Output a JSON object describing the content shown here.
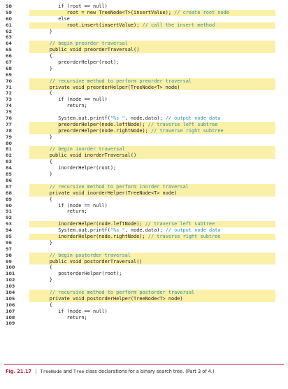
{
  "lines": [
    {
      "n": "58",
      "t": "        if (root == null)",
      "c": "",
      "hl": false
    },
    {
      "n": "59",
      "t": "           root = new TreeNode<T>(insertValue);",
      "c": " // create root node",
      "hl": true
    },
    {
      "n": "60",
      "t": "        else",
      "c": "",
      "hl": false
    },
    {
      "n": "61",
      "t": "           root.insert(insertValue);",
      "c": " // call the insert method",
      "hl": true
    },
    {
      "n": "62",
      "t": "     }",
      "c": "",
      "hl": false
    },
    {
      "n": "63",
      "t": "",
      "c": "",
      "hl": false
    },
    {
      "n": "64",
      "t": "     ",
      "c": "// begin preorder traversal",
      "hl": true
    },
    {
      "n": "65",
      "t": "     public void preorderTraversal()",
      "c": "",
      "hl": true
    },
    {
      "n": "66",
      "t": "     {",
      "c": "",
      "hl": false
    },
    {
      "n": "67",
      "t": "        preorderHelper(root);",
      "c": "",
      "hl": false
    },
    {
      "n": "68",
      "t": "     }",
      "c": "",
      "hl": false
    },
    {
      "n": "69",
      "t": "",
      "c": "",
      "hl": false
    },
    {
      "n": "70",
      "t": "     ",
      "c": "// recursive method to perform preorder traversal",
      "hl": true
    },
    {
      "n": "71",
      "t": "     private void preorderHelper(TreeNode<T> node)",
      "c": "",
      "hl": true
    },
    {
      "n": "72",
      "t": "     {",
      "c": "",
      "hl": false
    },
    {
      "n": "73",
      "t": "        if (node == null)",
      "c": "",
      "hl": false
    },
    {
      "n": "74",
      "t": "           return;",
      "c": "",
      "hl": false
    },
    {
      "n": "75",
      "t": "",
      "c": "",
      "hl": false
    },
    {
      "n": "76",
      "t": "        System.out.printf(",
      "s": "\"%s \"",
      "t2": ", node.data);",
      "c": " // output node data",
      "hl": false
    },
    {
      "n": "77",
      "t": "        preorderHelper(node.leftNode);",
      "c": " // traverse left subtree",
      "hl": true
    },
    {
      "n": "78",
      "t": "        preorderHelper(node.rightNode);",
      "c": " // traverse right subtree",
      "hl": true
    },
    {
      "n": "79",
      "t": "     }",
      "c": "",
      "hl": false
    },
    {
      "n": "80",
      "t": "",
      "c": "",
      "hl": false
    },
    {
      "n": "81",
      "t": "     ",
      "c": "// begin inorder traversal",
      "hl": true
    },
    {
      "n": "82",
      "t": "     public void inorderTraversal()",
      "c": "",
      "hl": true
    },
    {
      "n": "83",
      "t": "     {",
      "c": "",
      "hl": false
    },
    {
      "n": "84",
      "t": "        inorderHelper(root);",
      "c": "",
      "hl": false
    },
    {
      "n": "85",
      "t": "     }",
      "c": "",
      "hl": false
    },
    {
      "n": "86",
      "t": "",
      "c": "",
      "hl": false
    },
    {
      "n": "87",
      "t": "     ",
      "c": "// recursive method to perform inorder traversal",
      "hl": true
    },
    {
      "n": "88",
      "t": "     private void inorderHelper(TreeNode<T> node)",
      "c": "",
      "hl": true
    },
    {
      "n": "89",
      "t": "     {",
      "c": "",
      "hl": false
    },
    {
      "n": "90",
      "t": "        if (node == null)",
      "c": "",
      "hl": false
    },
    {
      "n": "91",
      "t": "           return;",
      "c": "",
      "hl": false
    },
    {
      "n": "92",
      "t": "",
      "c": "",
      "hl": false
    },
    {
      "n": "93",
      "t": "        inorderHelper(node.leftNode);",
      "c": " // traverse left subtree",
      "hl": true
    },
    {
      "n": "94",
      "t": "        System.out.printf(",
      "s": "\"%s \"",
      "t2": ", node.data);",
      "c": " // output node data",
      "hl": false
    },
    {
      "n": "95",
      "t": "        inorderHelper(node.rightNode);",
      "c": " // traverse right subtree",
      "hl": true
    },
    {
      "n": "96",
      "t": "     }",
      "c": "",
      "hl": false
    },
    {
      "n": "97",
      "t": "",
      "c": "",
      "hl": false
    },
    {
      "n": "98",
      "t": "     ",
      "c": "// begin postorder traversal",
      "hl": true
    },
    {
      "n": "99",
      "t": "     public void postorderTraversal()",
      "c": "",
      "hl": true
    },
    {
      "n": "100",
      "t": "     {",
      "c": "",
      "hl": false
    },
    {
      "n": "101",
      "t": "        postorderHelper(root);",
      "c": "",
      "hl": false
    },
    {
      "n": "102",
      "t": "     }",
      "c": "",
      "hl": false
    },
    {
      "n": "103",
      "t": "",
      "c": "",
      "hl": false
    },
    {
      "n": "104",
      "t": "     ",
      "c": "// recursive method to perform postorder traversal",
      "hl": true
    },
    {
      "n": "105",
      "t": "     private void postorderHelper(TreeNode<T> node)",
      "c": "",
      "hl": true
    },
    {
      "n": "106",
      "t": "     {",
      "c": "",
      "hl": false
    },
    {
      "n": "107",
      "t": "        if (node == null)",
      "c": "",
      "hl": false
    },
    {
      "n": "108",
      "t": "           return;",
      "c": "",
      "hl": false
    },
    {
      "n": "109",
      "t": "",
      "c": "",
      "hl": false
    }
  ],
  "caption": {
    "figure": "Fig. 21.17",
    "separator": "|",
    "code1": "TreeNode",
    "and": " and ",
    "code2": "Tree",
    "rest": " class declarations for a binary search tree. (Part 3 of 4.)"
  },
  "colors": {
    "accent": "#c11b3b",
    "comment": "#2f8fa6",
    "highlight": "#fbf0a8"
  }
}
